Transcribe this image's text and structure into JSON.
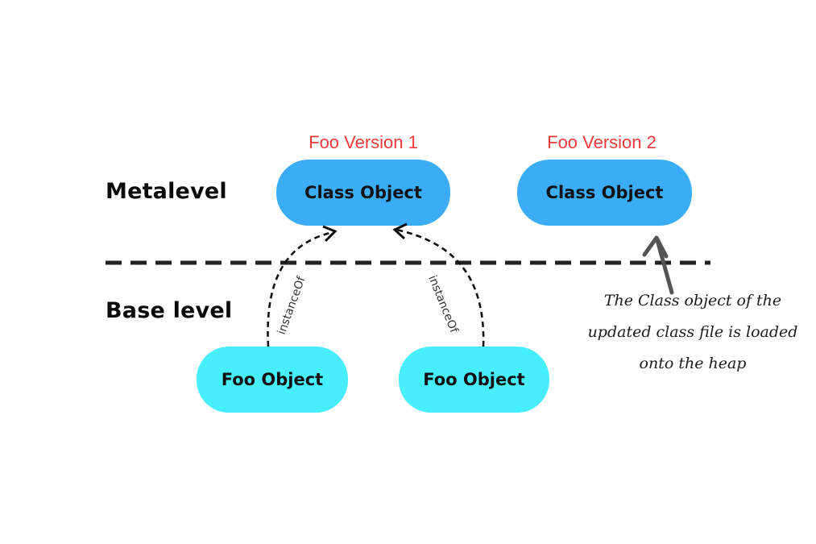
{
  "levels": {
    "meta": "Metalevel",
    "base": "Base level"
  },
  "class_objects": [
    {
      "version": "Foo Version 1",
      "label": "Class Object"
    },
    {
      "version": "Foo Version 2",
      "label": "Class Object"
    }
  ],
  "foo_objects": [
    {
      "label": "Foo Object"
    },
    {
      "label": "Foo Object"
    }
  ],
  "relations": {
    "left": "instanceOf",
    "right": "instanceOf"
  },
  "annotation": {
    "line1": "The Class object of the",
    "line2": "updated class file is loaded",
    "line3": "onto the heap"
  },
  "colors": {
    "class_object_fill": "#3aadf6",
    "foo_object_fill": "#46eefe",
    "version_text": "#f03a3a",
    "separator": "#222222",
    "annotation_arrow": "#555555"
  }
}
